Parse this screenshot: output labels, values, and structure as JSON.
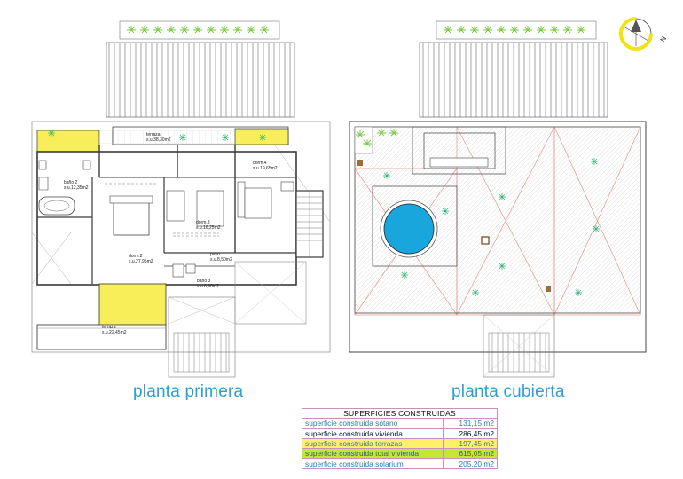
{
  "floor_plans": [
    {
      "id": "planta_primera",
      "title": "planta primera",
      "rooms": [
        {
          "key": "terraza_top",
          "name": "terraza",
          "area": "s.u.38,30m2"
        },
        {
          "key": "dorm4",
          "name": "dorm.4",
          "area": "s.u.19,65m2"
        },
        {
          "key": "bano2",
          "name": "baño 2",
          "area": "s.u.12,35m2"
        },
        {
          "key": "dorm3",
          "name": "dorm.3",
          "area": "s.u.16,25m2"
        },
        {
          "key": "paso",
          "name": "paso",
          "area": "s.u.8,50m2"
        },
        {
          "key": "dorm2",
          "name": "dorm.2",
          "area": "s.u.27,95m2"
        },
        {
          "key": "bano3",
          "name": "baño 3",
          "area": "s.u.6,90m2"
        },
        {
          "key": "terraza_bottom",
          "name": "terraza",
          "area": "s.u.22,45m2"
        }
      ]
    },
    {
      "id": "planta_cubierta",
      "title": "planta cubierta",
      "rooms": []
    }
  ],
  "compass": {
    "label": "N"
  },
  "surfaces_table": {
    "title": "SUPERFICIES CONSTRUIDAS",
    "rows": [
      {
        "label": "superficie construida sótano",
        "value": "131,15 m2",
        "text_color": "#1f7fb8",
        "bg_color": "#ffffff"
      },
      {
        "label": "superficie construida vivienda",
        "value": "286,45 m2",
        "text_color": "#111111",
        "bg_color": "#ffffff"
      },
      {
        "label": "superficie construida terrazas",
        "value": "197,45 m2",
        "text_color": "#1f7fb8",
        "bg_color": "#fff06a"
      },
      {
        "label": "superficie construida total vivienda",
        "value": "615,05 m2",
        "text_color": "#1f5fa8",
        "bg_color": "#c4e82c"
      },
      {
        "label": "superficie construida solarium",
        "value": "205,20 m2",
        "text_color": "#1f7fb8",
        "bg_color": "#ffffff"
      }
    ]
  },
  "colors": {
    "title_blue": "#2a9fd6",
    "terrace_yellow": "#f7ee5a",
    "pool_blue": "#19a6dc",
    "table_border": "#b24fa0",
    "plan_line": "#555555",
    "roof_line": "#e5948c"
  }
}
